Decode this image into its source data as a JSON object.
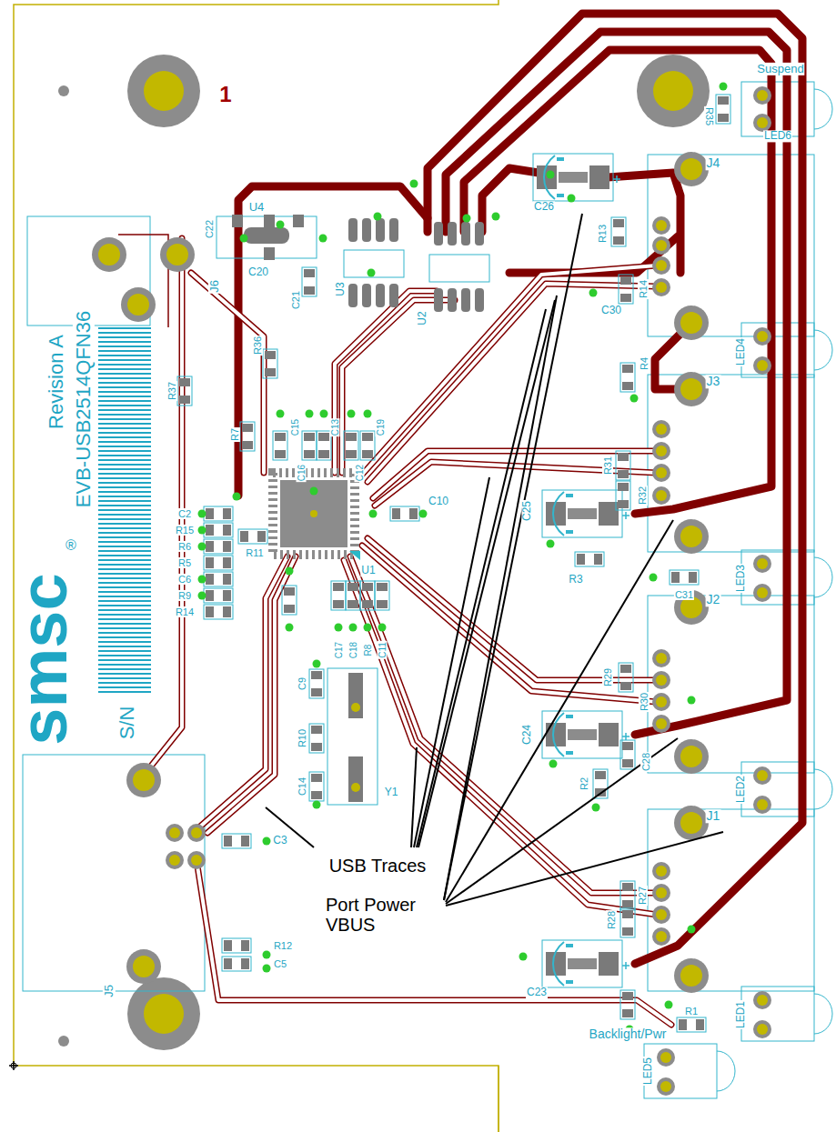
{
  "diagram": {
    "labels": [
      "1",
      "Suspend",
      "LED6",
      "R35",
      "J4",
      "C26",
      "R13",
      "R14",
      "C30",
      "LED4",
      "R4",
      "J3",
      "R31",
      "R32",
      "C25",
      "R3",
      "LED3",
      "C31",
      "J2",
      "R29",
      "R30",
      "C24",
      "R2",
      "C28",
      "LED2",
      "J1",
      "R27",
      "R28",
      "C23",
      "R1",
      "LED1",
      "Backlight/Pwr",
      "LED5",
      "U4",
      "C22",
      "C20",
      "C21",
      "J6",
      "U3",
      "U2",
      "R36",
      "R37",
      "Revision A",
      "EVB-USB2514QFN36",
      "smsc",
      "®",
      "S/N",
      "C10",
      "U1",
      "R7",
      "C15",
      "C16",
      "C13",
      "C12",
      "C19",
      "C2",
      "R15",
      "R6",
      "R5",
      "C6",
      "R9",
      "R14",
      "R11",
      "C17",
      "C18",
      "R8",
      "C11",
      "C9",
      "R10",
      "C14",
      "Y1",
      "J5",
      "C3",
      "R12",
      "C5",
      "USB Traces",
      "Port Power VBUS"
    ]
  }
}
